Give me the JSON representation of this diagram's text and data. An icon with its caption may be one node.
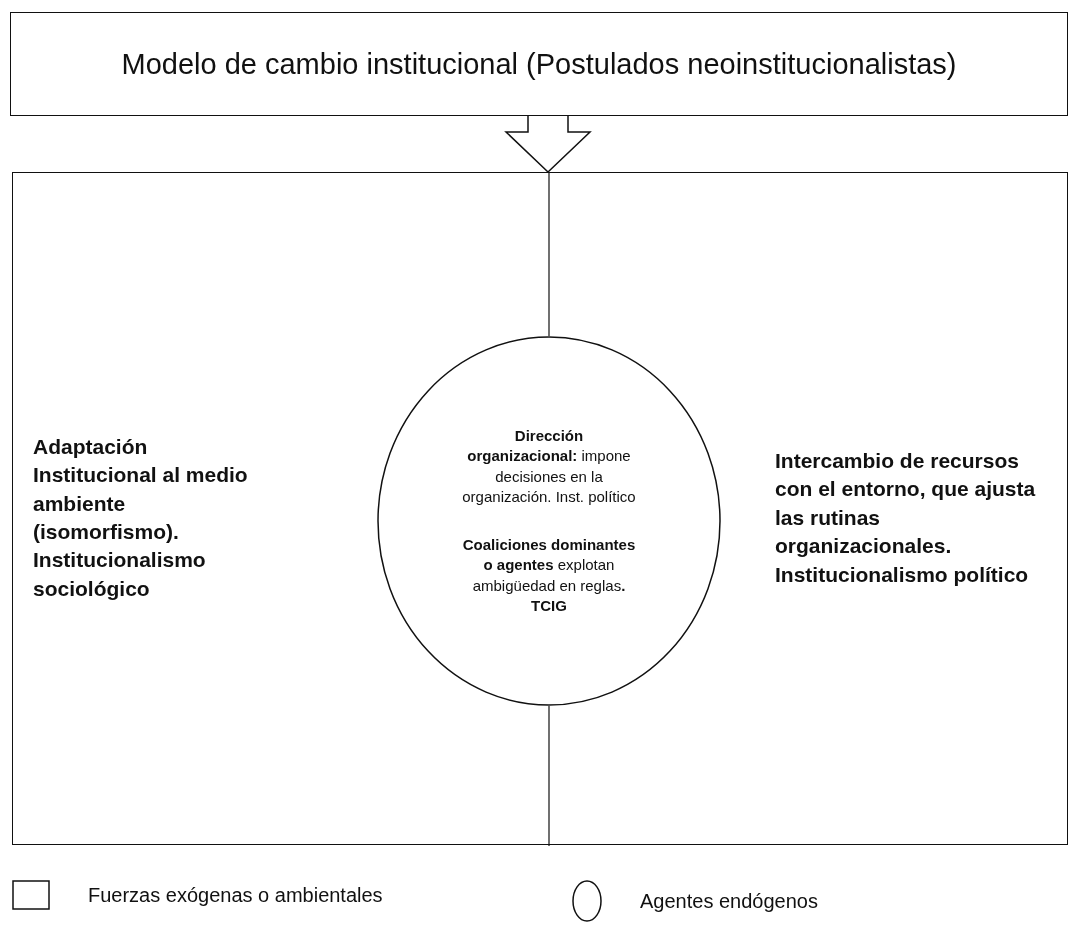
{
  "diagram": {
    "nodes": [
      {
        "text": [
          "Modelo de cambio institucional (Postulados neoinstitucionalistas)"
        ]
      },
      {
        "text": [],
        "shape": "box"
      },
      {
        "text": [
          "Adaptación Institucional al medio ambiente (isomorfismo). Institucionalismo sociológico"
        ],
        "in": 1
      },
      {
        "text": [
          "**Dirección organizacional:** impone decisiones en la organización. Inst. político",
          "**Coaliciones dominantes o agentes** explotan ambigüedad en reglas**. TCIG**"
        ],
        "in": 1
      },
      {
        "text": [
          "Intercambio de recursos con el entorno, que ajusta las rutinas organizacionales. Institucionalismo político"
        ],
        "in": 1
      }
    ],
    "edges": [
      {
        "from": 0,
        "to": 1,
        "arrow": "to"
      }
    ],
    "legend": [
      {
        "text": "Fuerzas exógenas o ambientales"
      },
      {
        "text": "Agentes endógenos"
      }
    ]
  }
}
